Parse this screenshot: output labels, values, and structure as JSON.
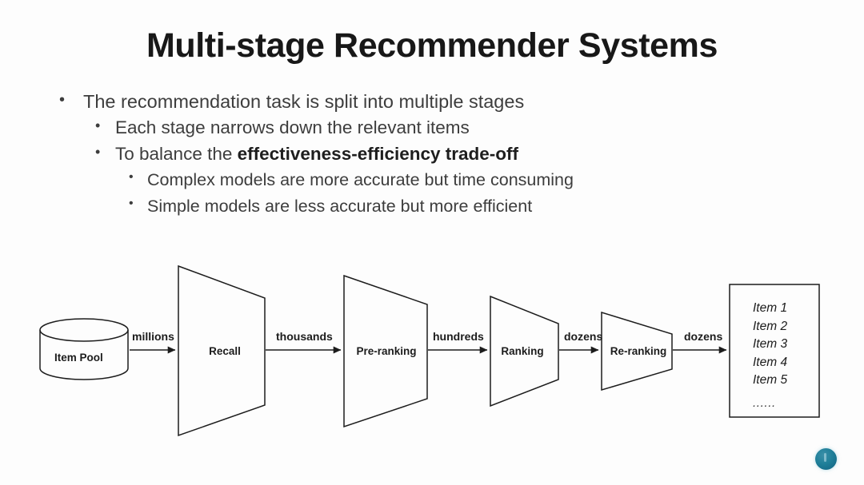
{
  "slide": {
    "title": "Multi-stage Recommender Systems",
    "background_color": "#fdfdfd",
    "text_color": "#3d3d3d",
    "accent_color": "#1f7f99"
  },
  "bullets": [
    {
      "level": 1,
      "text": "The recommendation task is split into multiple stages",
      "bullet_glyph": "•"
    },
    {
      "level": 2,
      "text": "Each stage narrows down the relevant items",
      "bullet_glyph": "•"
    },
    {
      "level": 2,
      "text_prefix": "To balance the ",
      "text_bold": "effectiveness-efficiency trade-off",
      "bullet_glyph": "•"
    },
    {
      "level": 3,
      "text": "Complex models are more accurate but time consuming",
      "bullet_glyph": "•"
    },
    {
      "level": 3,
      "text": "Simple models are less accurate but more efficient",
      "bullet_glyph": "•"
    }
  ],
  "diagram": {
    "source": {
      "label": "Item Pool",
      "shape": "cylinder-database"
    },
    "stages": [
      {
        "label": "Recall",
        "shape": "funnel-trapezoid"
      },
      {
        "label": "Pre-ranking",
        "shape": "funnel-trapezoid"
      },
      {
        "label": "Ranking",
        "shape": "funnel-trapezoid"
      },
      {
        "label": "Re-ranking",
        "shape": "funnel-trapezoid"
      }
    ],
    "edge_labels": [
      "millions",
      "thousands",
      "hundreds",
      "dozens",
      "dozens"
    ],
    "output": {
      "shape": "rectangle",
      "items": [
        "Item 1",
        "Item 2",
        "Item 3",
        "Item 4",
        "Item 5"
      ],
      "ellipsis": "......"
    },
    "line_color": "#1c1c1c"
  },
  "corner_badge": {
    "shape": "circle",
    "color": "#1f7f99"
  }
}
